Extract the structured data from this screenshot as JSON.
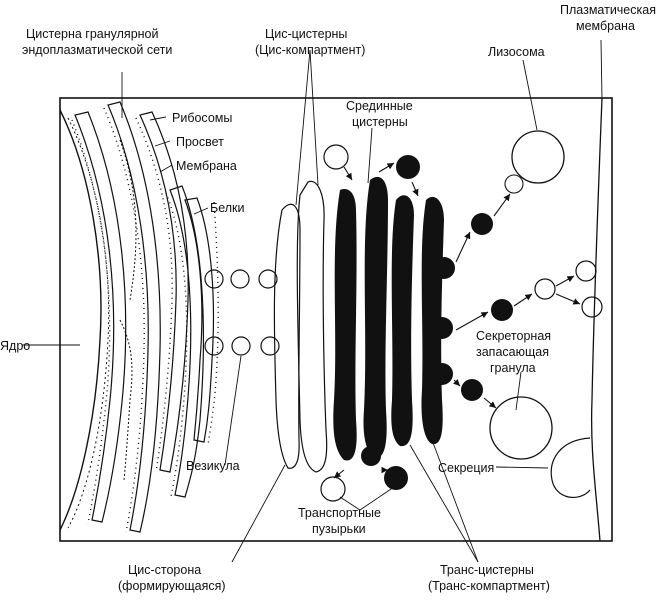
{
  "labels": {
    "rer_cistern": [
      "Цистерна гранулярной",
      "эндоплазматической сети"
    ],
    "ribosomes": "Рибосомы",
    "lumen": "Просвет",
    "membrane": "Мембрана",
    "proteins": "Белки",
    "nucleus": "Ядро",
    "vesicle": "Везикула",
    "cis_cisterns": [
      "Цис-цистерны",
      "(Цис-компартмент)"
    ],
    "medial_cisterns": [
      "Срединные",
      "цистерны"
    ],
    "lysosome": "Лизосома",
    "plasma_membrane": [
      "Плазматическая",
      "мембрана"
    ],
    "secretory_granule": [
      "Секреторная",
      "запасающая",
      "гранула"
    ],
    "secretion": "Секреция",
    "transport_vesicles": [
      "Транспортные",
      "пузырьки"
    ],
    "cis_side": [
      "Цис-сторона",
      "(формирующаяся)"
    ],
    "trans_cisterns": [
      "Транс-цистерны",
      "(Транс-компартмент)"
    ]
  }
}
